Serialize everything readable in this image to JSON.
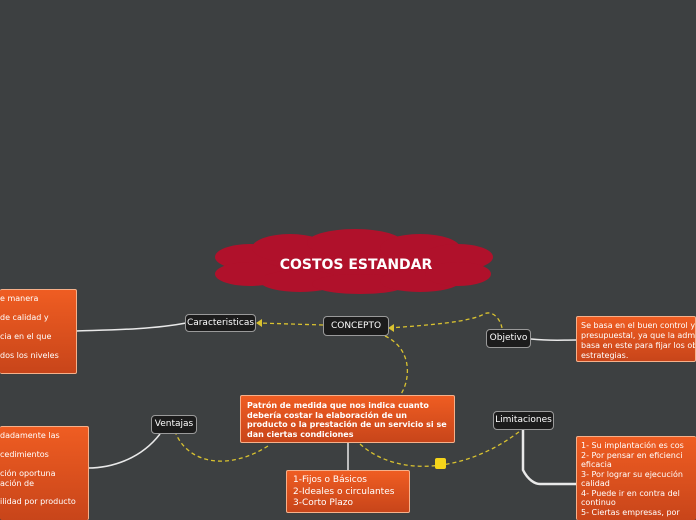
{
  "title": "COSTOS ESTANDAR",
  "concepto": "CONCEPTO",
  "caracteristicas": "Caracteristicas",
  "objetivo": "Objetivo",
  "ventajas": "Ventajas",
  "limitaciones": "Limitaciones",
  "definicion": "Patrón de medida que nos indica cuanto debería costar la elaboración de un producto o la prestación de un servicio si se dan ciertas condiciones",
  "tipos": [
    "1-Fijos o Básicos",
    "2-Ideales o circulantes",
    "3-Corto Plazo"
  ],
  "objetivo_texto": [
    "Se basa en el buen control y",
    "presupuestal, ya que la adm",
    "basa en este para fijar los ob",
    "estrategias."
  ],
  "caracteristicas_texto": [
    "e manera",
    "de calidad y",
    "cia en el que",
    "dos los niveles"
  ],
  "ventajas_texto": [
    "dadamente las",
    "cedimientos",
    "ción oportuna",
    "ación de",
    "ilidad por producto"
  ],
  "limitaciones_texto": [
    "1-     Su implantación es cos",
    "2-     Por pensar en eficienci",
    "eficacia",
    "3-     Por lograr su ejecución",
    "calidad",
    "4-     Puede ir en contra del",
    "continuo",
    "5-     Ciertas empresas, por"
  ],
  "colors": {
    "background": "#3d4041",
    "title_cloud": "#b0112b",
    "topic": "#e8531f",
    "connector": "#d9c230"
  }
}
